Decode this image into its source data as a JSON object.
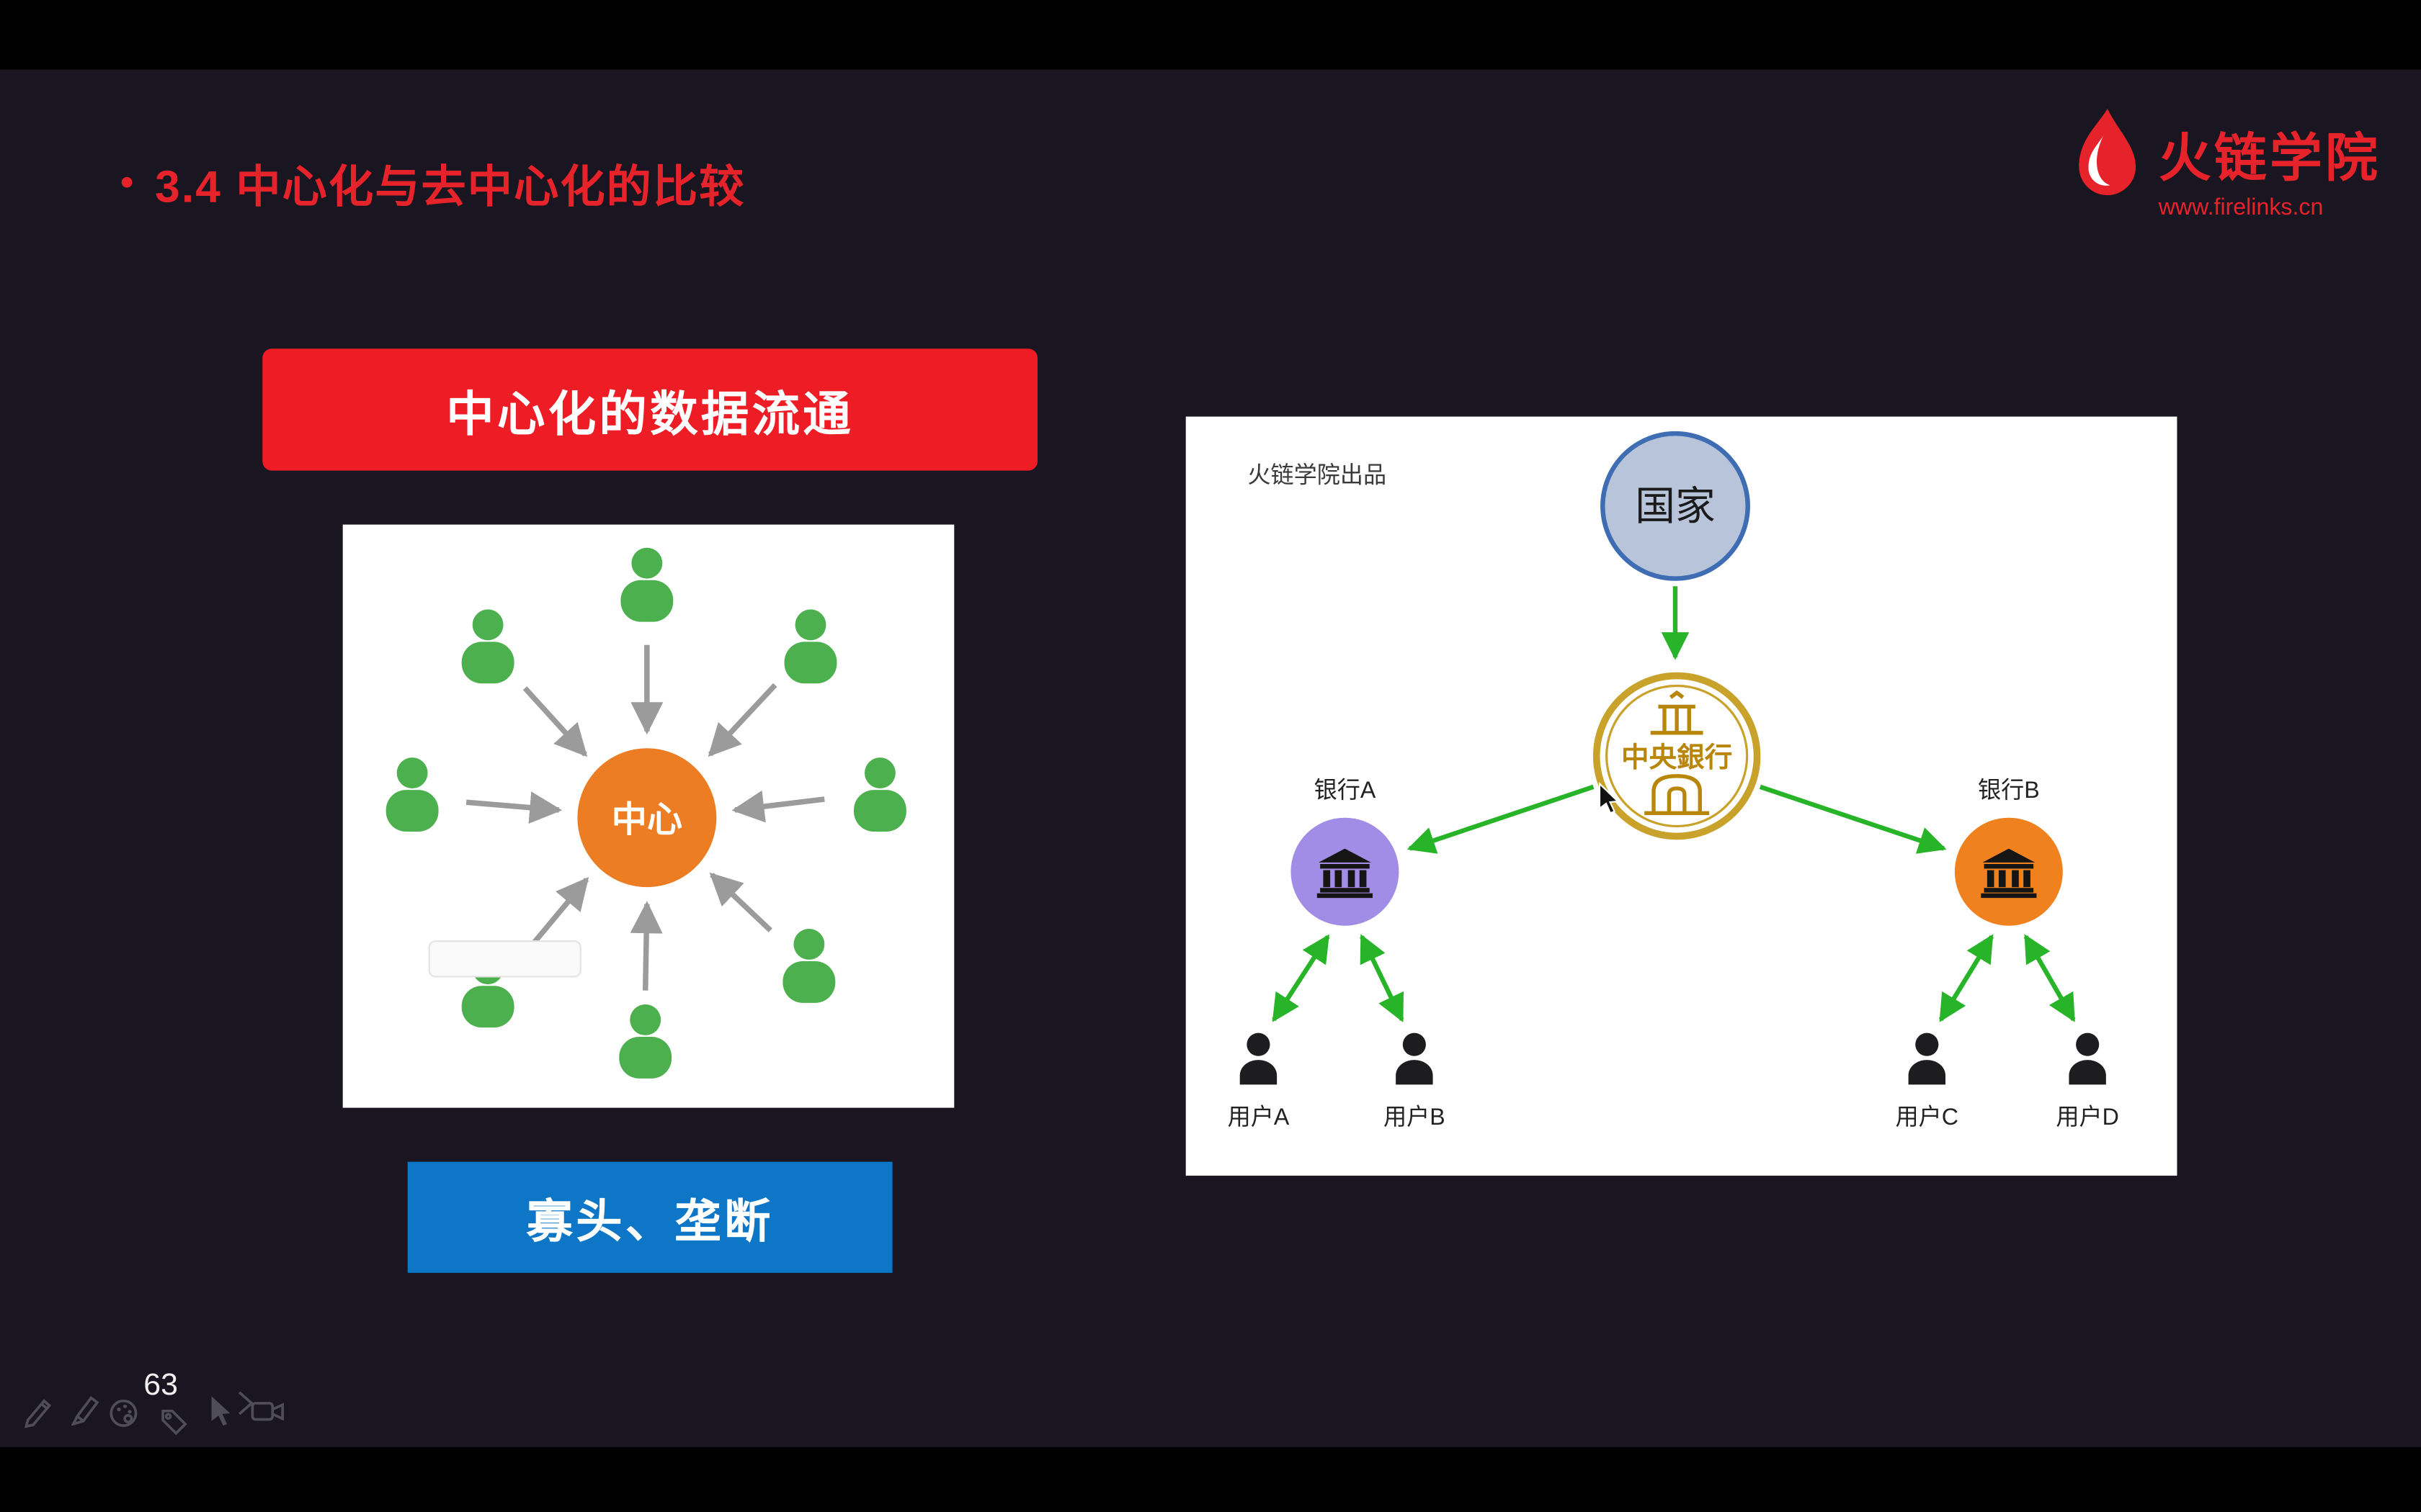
{
  "slide": {
    "title_bullet": "•",
    "title": "3.4 中心化与去中心化的比较",
    "page_number": "63"
  },
  "brand": {
    "logo_text": "火链学院",
    "logo_url": "www.firelinks.cn"
  },
  "left_section": {
    "header": "中心化的数据流通",
    "hub_label": "中心",
    "footer": "寡头、垄断"
  },
  "right_section": {
    "credit": "火链学院出品",
    "country": "国家",
    "central_bank": "中央銀行",
    "bank_a": "银行A",
    "bank_b": "银行B",
    "user_a": "用户A",
    "user_b": "用户B",
    "user_c": "用户C",
    "user_d": "用户D"
  },
  "footer": {
    "tools": [
      "pencil",
      "pen",
      "palette",
      "tag",
      "cursor",
      "chevron",
      "camera"
    ]
  },
  "colors": {
    "background": "#191621",
    "letterbox": "#000000",
    "accent_red": "#e6232a",
    "banner_red": "#ee1c24",
    "caption_blue": "#0d76c6",
    "hub_orange": "#ec7d23",
    "person_green": "#4cb04e",
    "arrow_gray": "#9b9b9b",
    "arrow_green": "#28b428",
    "country_fill": "#b8c4da",
    "country_stroke": "#3f6db3",
    "gold": "#c9a22b",
    "bank_a_fill": "#a18ce6",
    "bank_b_fill": "#f0811f"
  }
}
